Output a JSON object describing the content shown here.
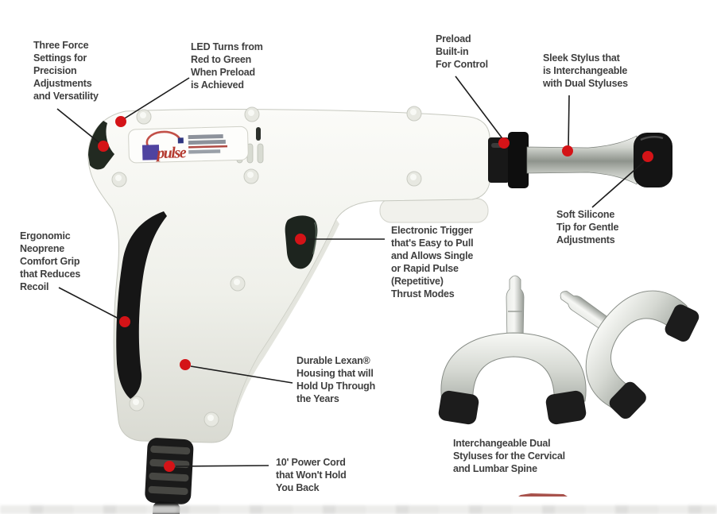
{
  "callouts": {
    "three_force": "Three Force\nSettings for\nPrecision\nAdjustments\nand Versatility",
    "led": "LED Turns from\nRed to Green\nWhen Preload\nis Achieved",
    "preload": "Preload\nBuilt-in\nFor Control",
    "sleek_stylus": "Sleek Stylus that\nis Interchangeable\nwith Dual Styluses",
    "silicone_tip": "Soft Silicone\nTip for Gentle\nAdjustments",
    "grip": "Ergonomic\nNeoprene\nComfort Grip\nthat Reduces\nRecoil",
    "trigger": "Electronic Trigger\nthat's Easy to Pull\nand Allows Single\nor Rapid Pulse\n(Repetitive)\nThrust Modes",
    "housing": "Durable Lexan®\nHousing that will\nHold Up Through\nthe Years",
    "power_cord": "10' Power Cord\nthat Won't Hold\nYou Back",
    "dual_styluses": "Interchangeable Dual\nStyluses for the Cervical\nand Lumbar Spine"
  },
  "logo": {
    "text": "pulse"
  },
  "colors": {
    "marker_red": "#d41317",
    "label_text": "#3f3f3f",
    "logo_red": "#b53b31",
    "logo_blue": "#4f43a0",
    "accent_dark_red": "#a8524c",
    "device_white": "#f4f4ef",
    "device_black": "#161616"
  }
}
